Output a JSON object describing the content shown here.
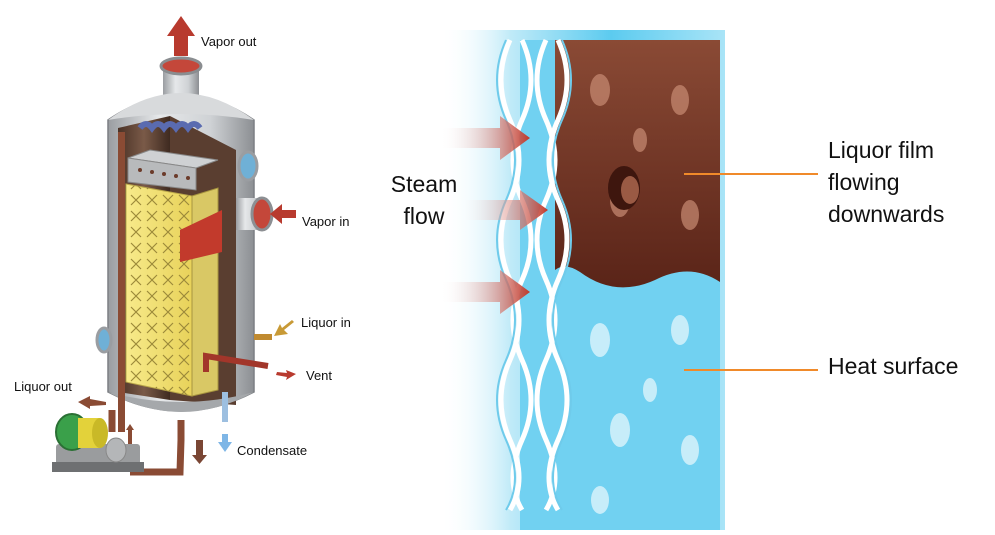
{
  "left_diagram": {
    "labels": {
      "vapor_out": "Vapor out",
      "vapor_in": "Vapor in",
      "liquor_in": "Liquor in",
      "vent": "Vent",
      "liquor_out": "Liquor out",
      "condensate": "Condensate"
    }
  },
  "right_diagram": {
    "labels": {
      "steam_flow": "Steam\nflow",
      "liquor_film": "Liquor film\nflowing\ndownwards",
      "heat_surface": "Heat surface"
    }
  },
  "colors": {
    "arrow_red": "#b83a2e",
    "film_brown": "#6b2f22",
    "heat_blue": "#6fd0f0",
    "plate_yellow": "#f3e27a",
    "leader_orange": "#f08a2a",
    "shell_grey": "#b9bcc0"
  }
}
